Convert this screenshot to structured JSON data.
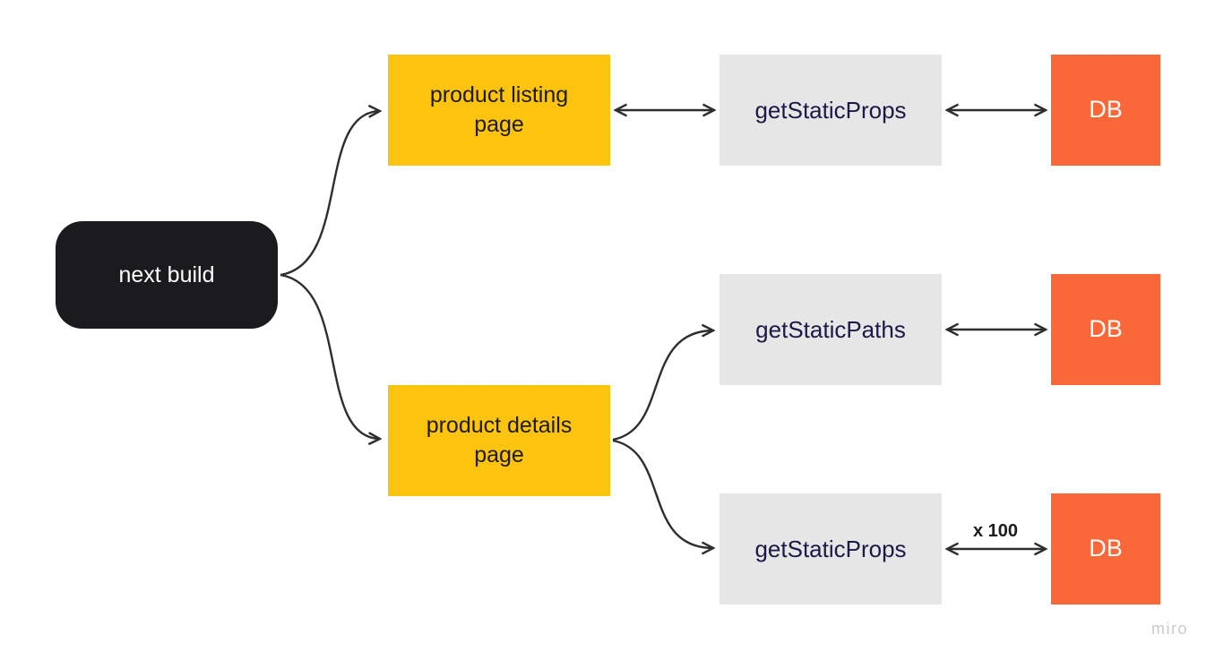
{
  "watermark": "miro",
  "colors": {
    "canvas_bg": "#ffffff",
    "node_black": "#1b1b1e",
    "node_yellow": "#fcc30f",
    "node_gray": "#e7e6e6",
    "node_orange": "#fa683a",
    "text_light": "#ffffff",
    "text_dark": "#1d1c1a",
    "text_navy": "#1a1a48",
    "connector": "#2e2e2e",
    "watermark_gray": "#cbcbcb"
  },
  "nodes": {
    "next_build": {
      "label": "next build",
      "color_role": "black"
    },
    "product_listing": {
      "label": "product listing page",
      "color_role": "yellow"
    },
    "get_static_props_top": {
      "label": "getStaticProps",
      "color_role": "gray"
    },
    "db_top": {
      "label": "DB",
      "color_role": "orange"
    },
    "get_static_paths": {
      "label": "getStaticPaths",
      "color_role": "gray"
    },
    "db_middle": {
      "label": "DB",
      "color_role": "orange"
    },
    "product_details": {
      "label": "product details page",
      "color_role": "yellow"
    },
    "get_static_props_bottom": {
      "label": "getStaticProps",
      "color_role": "gray"
    },
    "db_bottom": {
      "label": "DB",
      "color_role": "orange"
    }
  },
  "edges": [
    {
      "from": "next build",
      "to": "product listing page",
      "direction": "one-way"
    },
    {
      "from": "next build",
      "to": "product details page",
      "direction": "one-way"
    },
    {
      "from": "product listing page",
      "to": "getStaticProps",
      "direction": "two-way"
    },
    {
      "from": "getStaticProps (top)",
      "to": "DB",
      "direction": "two-way"
    },
    {
      "from": "product details page",
      "to": "getStaticPaths",
      "direction": "one-way"
    },
    {
      "from": "getStaticPaths",
      "to": "DB",
      "direction": "two-way"
    },
    {
      "from": "product details page",
      "to": "getStaticProps",
      "direction": "one-way"
    },
    {
      "from": "getStaticProps (bottom)",
      "to": "DB",
      "direction": "two-way",
      "label": "x 100"
    }
  ],
  "edge_labels": {
    "multiplier": "x 100"
  }
}
